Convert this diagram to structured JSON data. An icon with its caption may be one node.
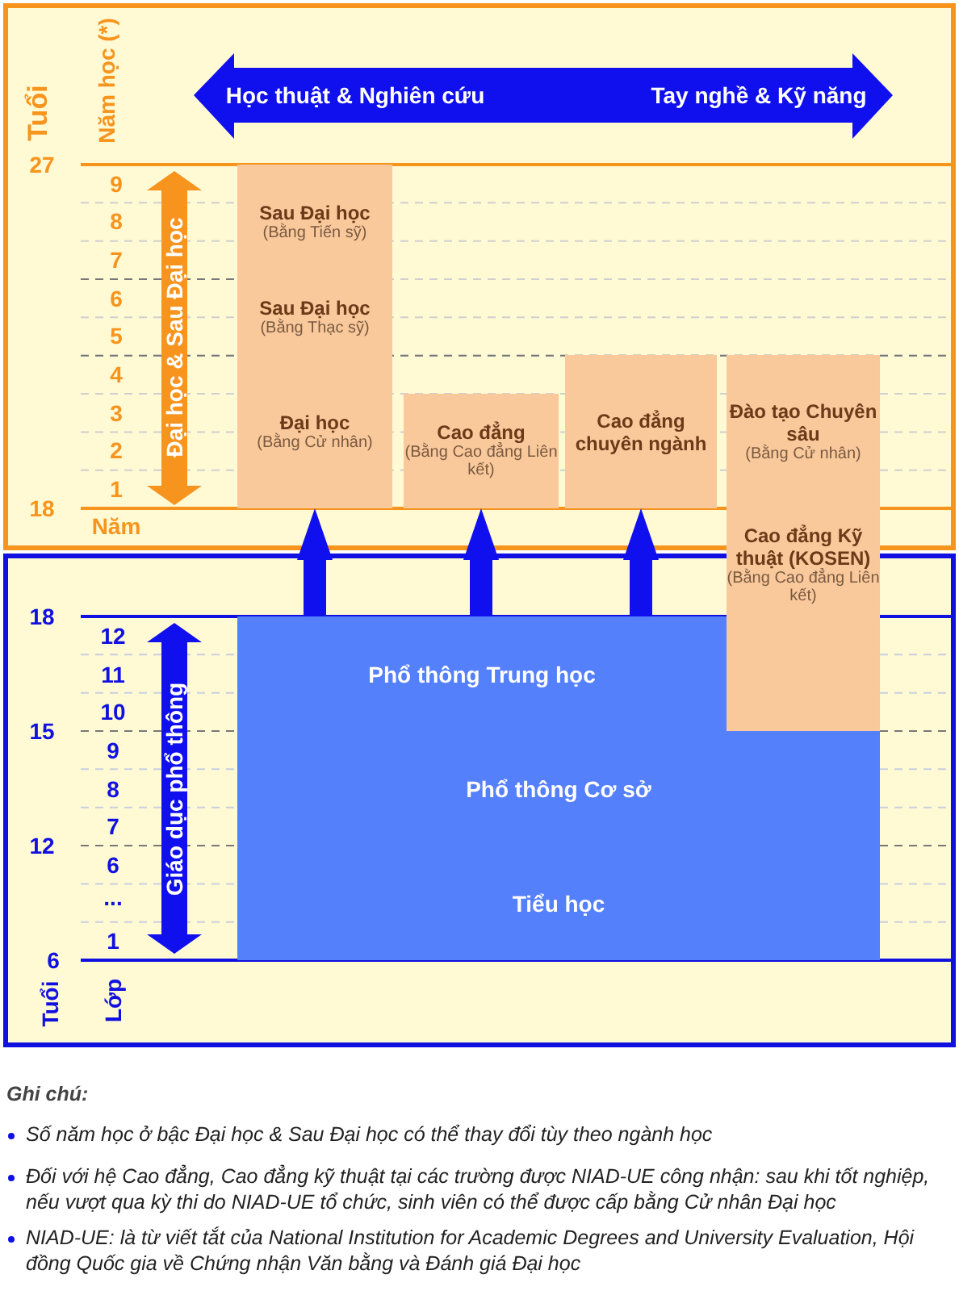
{
  "diagram": {
    "nodes": [
      {
        "text": [
          "Sau Đại học",
          "(Bằng Tiến sỹ)"
        ]
      },
      {
        "text": [
          "Sau Đại học",
          "(Bằng Thạc sỹ)"
        ]
      },
      {
        "text": [
          "Đại học",
          "(Bằng Cử nhân)"
        ]
      },
      {
        "text": [
          "Cao đẳng",
          "(Bằng Cao đẳng Liên kết)"
        ]
      },
      {
        "text": [
          "Cao đẳng chuyên ngành"
        ]
      },
      {
        "text": [
          "Đào tạo Chuyên sâu",
          "(Bằng Cử nhân)"
        ]
      },
      {
        "text": [
          "Cao đẳng Kỹ thuật (KOSEN)",
          "(Bằng Cao đẳng Liên kết)"
        ]
      },
      {
        "text": [
          "Phổ thông Trung học"
        ]
      },
      {
        "text": [
          "Phổ thông Cơ sở"
        ]
      },
      {
        "text": [
          "Tiểu học"
        ]
      }
    ],
    "edges": [
      {
        "from": 7,
        "to": 2,
        "arrow": "to"
      },
      {
        "from": 7,
        "to": 3,
        "arrow": "to"
      },
      {
        "from": 7,
        "to": 4,
        "arrow": "to"
      }
    ],
    "labels": [
      "Tuổi",
      "Năm học (*)",
      "Học thuật & Nghiên cứu",
      "Tay nghề & Kỹ năng",
      "27",
      "9",
      "8",
      "7",
      "6",
      "5",
      "4",
      "3",
      "2",
      "1",
      "Đại học & Sau Đại học",
      "18",
      "Năm",
      "18",
      "12",
      "11",
      "10",
      "15",
      "9",
      "8",
      "7",
      "12",
      "6",
      "...",
      "1",
      "Giáo dục phổ thông",
      "6",
      "Tuổi",
      "Lớp",
      "Ghi chú:",
      "Số năm học ở bậc Đại học & Sau Đại học có thể thay đổi tùy theo ngành học",
      "Đối với hệ Cao đẳng, Cao đẳng kỹ thuật tại các trường được NIAD-UE công nhận: sau khi tốt nghiệp, nếu vượt qua kỳ thi do NIAD-UE tổ chức, sinh viên có thể được cấp bằng Cử nhân Đại học",
      "NIAD-UE: là từ viết tắt của National Institution for Academic Degrees and University Evaluation, Hội đồng Quốc gia về Chứng nhận Văn bằng  và Đánh giá Đại học"
    ]
  }
}
